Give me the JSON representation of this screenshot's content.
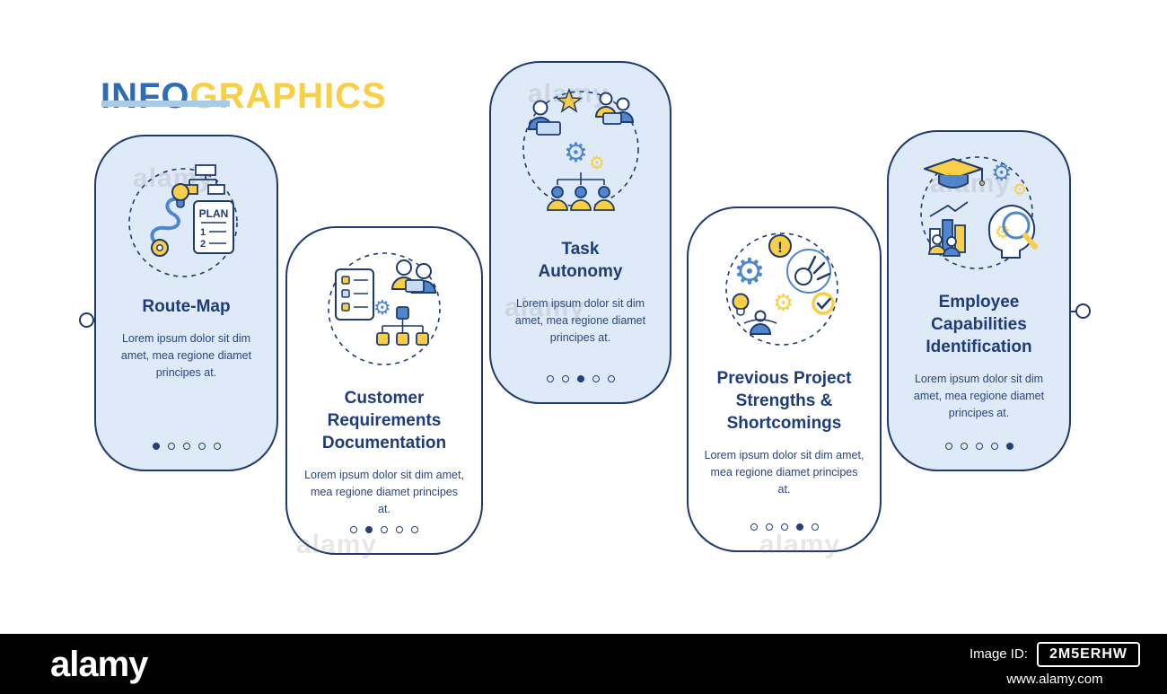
{
  "header": {
    "title_part1": "INFO",
    "title_part2": "GRAPHICS"
  },
  "cards": [
    {
      "title": "Route-Map",
      "body": "Lorem ipsum dolor sit dim amet, mea regione diamet principes at.",
      "icon": "route-map-icon",
      "icon_text": {
        "plan": "PLAN",
        "step1": "1",
        "step2": "2"
      },
      "dots_total": 5,
      "active_dot": 0
    },
    {
      "title": "Customer Requirements Documentation",
      "body": "Lorem ipsum dolor sit dim amet, mea regione diamet principes at.",
      "icon": "customer-requirements-icon",
      "dots_total": 5,
      "active_dot": 1
    },
    {
      "title": "Task Autonomy",
      "body": "Lorem ipsum dolor sit dim amet, mea regione diamet principes at.",
      "icon": "task-autonomy-icon",
      "dots_total": 5,
      "active_dot": 2
    },
    {
      "title": "Previous Project Strengths & Shortcomings",
      "body": "Lorem ipsum dolor sit dim amet, mea regione diamet principes at.",
      "icon": "previous-project-icon",
      "icon_text": {
        "exclamation": "!"
      },
      "dots_total": 5,
      "active_dot": 3
    },
    {
      "title": "Employee Capabilities Identification",
      "body": "Lorem ipsum dolor sit dim amet, mea regione diamet principes at.",
      "icon": "employee-capabilities-icon",
      "dots_total": 5,
      "active_dot": 4
    }
  ],
  "watermark": {
    "text": "alamy"
  },
  "footer": {
    "brand": "alamy",
    "image_id_label": "Image ID:",
    "image_id": "2M5ERHW",
    "website": "www.alamy.com"
  },
  "colors": {
    "navy": "#1e3a6e",
    "title_blue": "#2d6db5",
    "accent_yellow": "#f8cf47",
    "card_fill": "#dfeaf8",
    "underline_blue": "#a8cce6",
    "icon_blue": "#4e86d0",
    "footer_bg": "#000000"
  }
}
